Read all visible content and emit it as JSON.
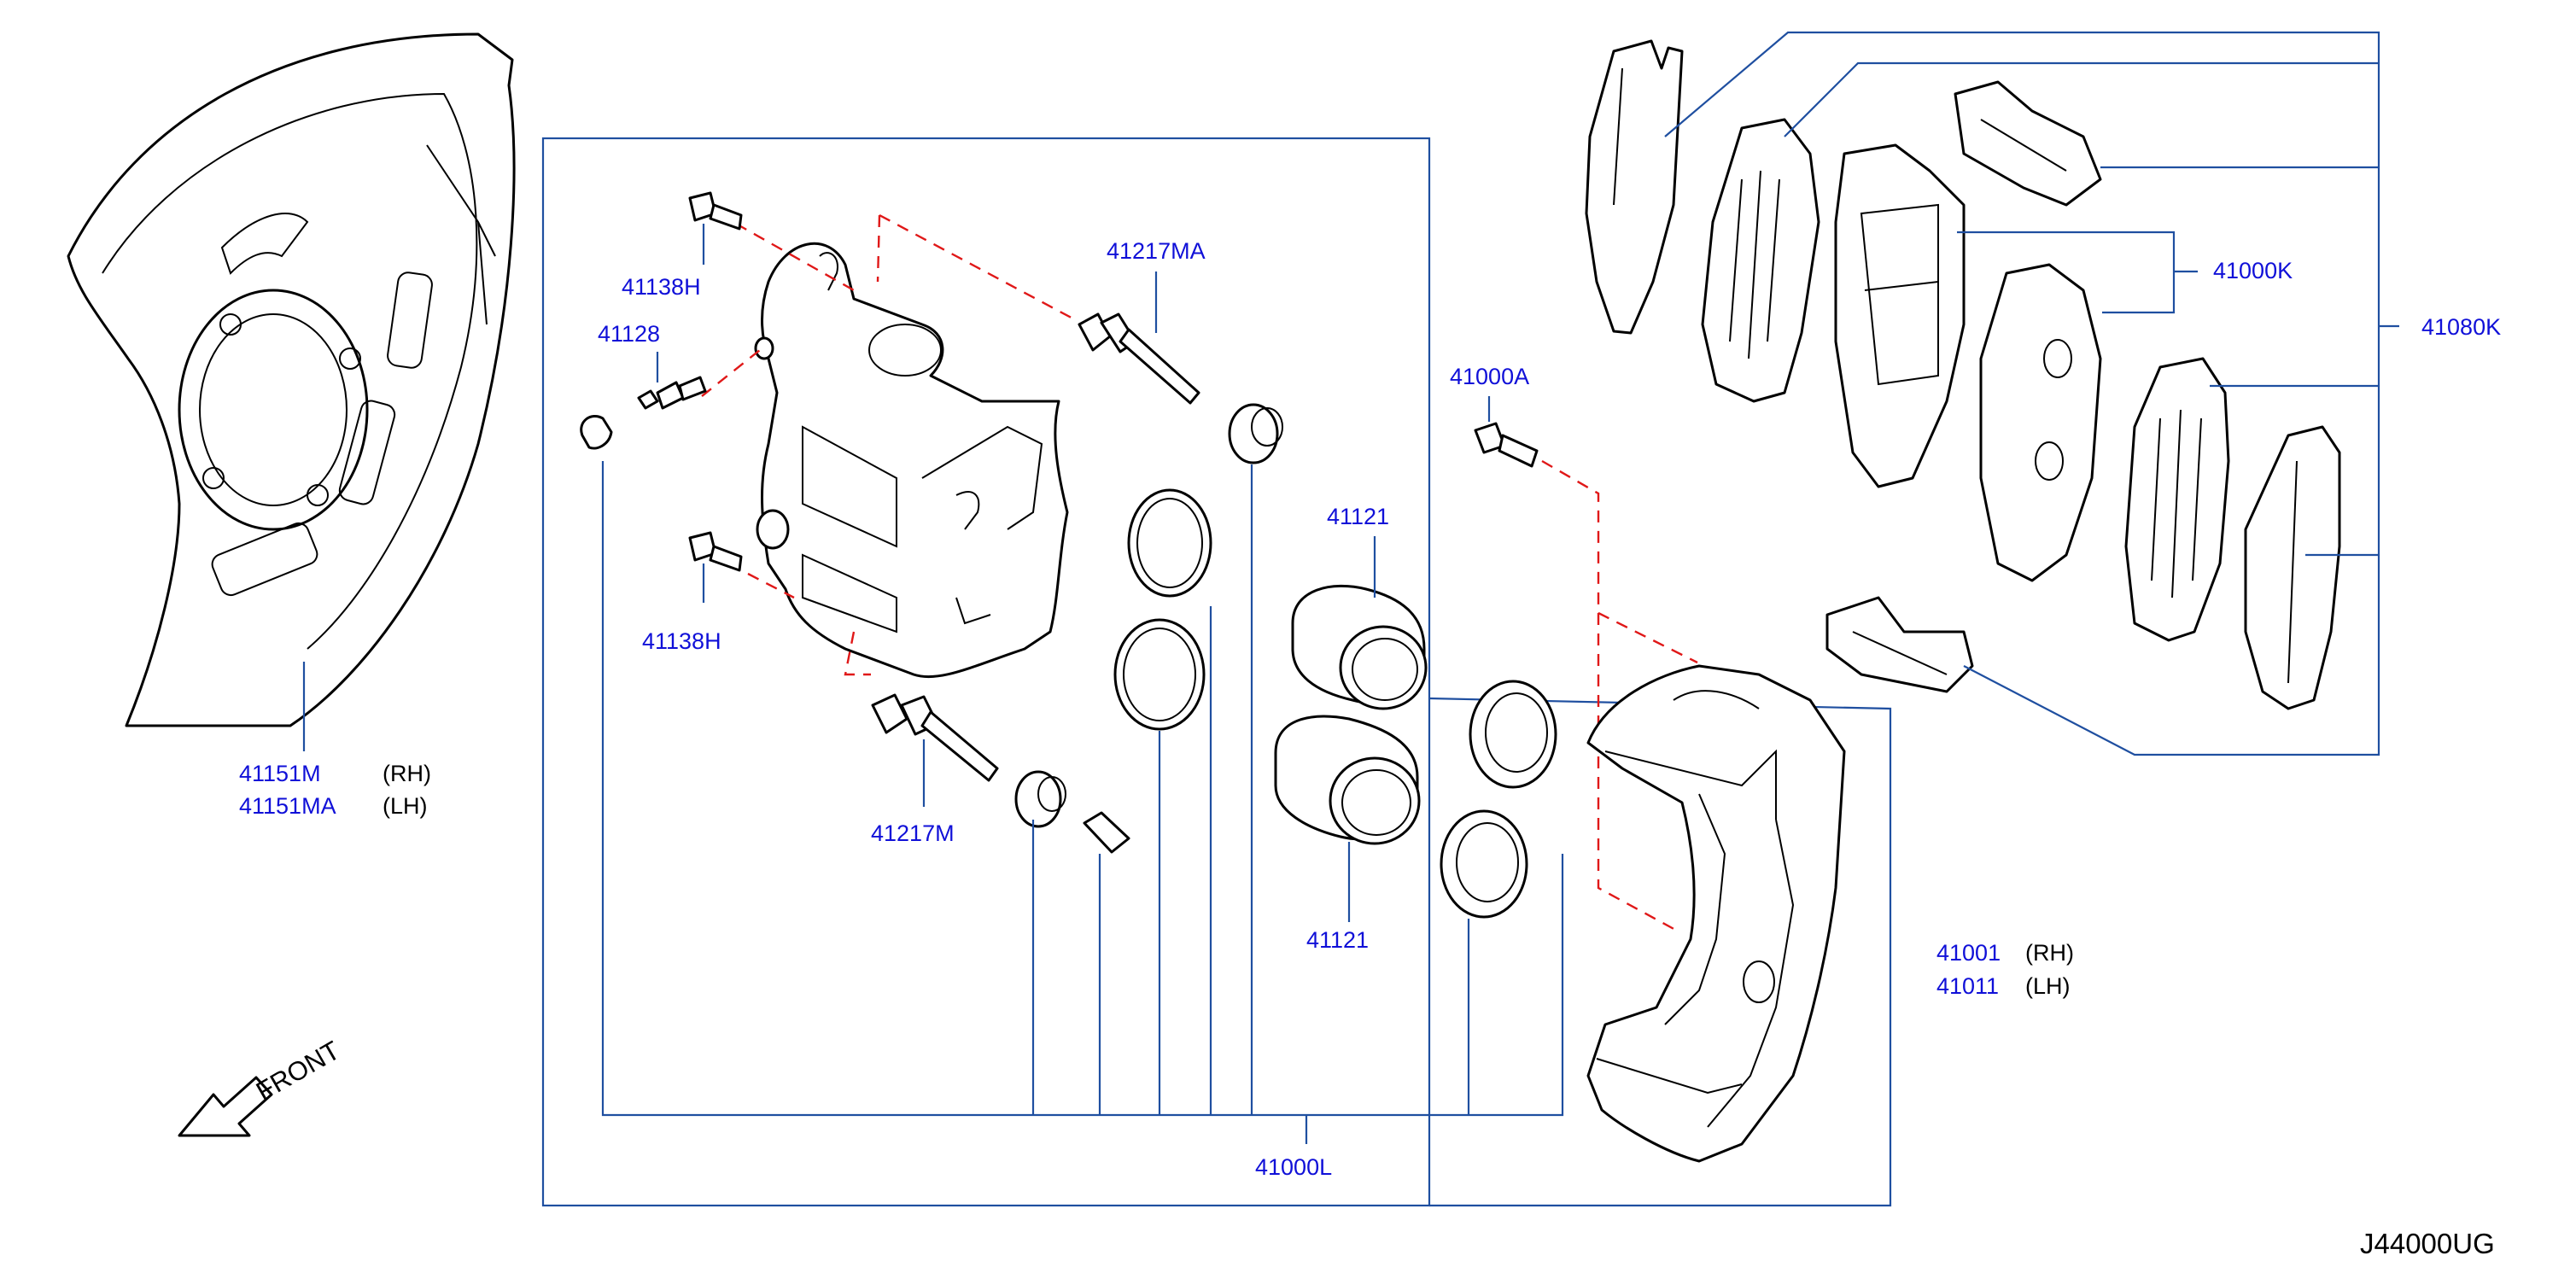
{
  "diagram": {
    "code": "J44000UG",
    "front_label": "FRONT",
    "labels": {
      "p41151m": "41151M",
      "p41151ma": "41151MA",
      "rh_1": "(RH)",
      "lh_1": "(LH)",
      "p41138h_top": "41138H",
      "p41128": "41128",
      "p41138h_bottom": "41138H",
      "p41217ma": "41217MA",
      "p41217m": "41217M",
      "p41121_top": "41121",
      "p41121_bottom": "41121",
      "p41000a": "41000A",
      "p41000k": "41000K",
      "p41080k": "41080K",
      "p41001": "41001",
      "p41011": "41011",
      "rh_2": "(RH)",
      "lh_2": "(LH)",
      "p41000l": "41000L"
    }
  },
  "colors": {
    "label": "#1010d8",
    "leader": "#1f4fa0",
    "dashed_guide": "#e01818",
    "outline": "#000000"
  }
}
